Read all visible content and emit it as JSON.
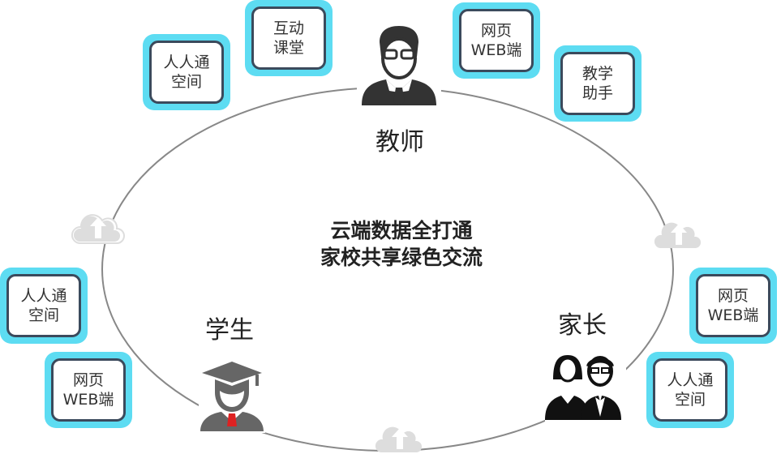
{
  "center_text": {
    "line1": "云端数据全打通",
    "line2": "家校共享绿色交流"
  },
  "roles": {
    "teacher": "教师",
    "student": "学生",
    "parent": "家长"
  },
  "boxes": [
    {
      "l1": "人人通",
      "l2": "空间"
    },
    {
      "l1": "互动",
      "l2": "课堂"
    },
    {
      "l1": "网页",
      "l2": "WEB端"
    },
    {
      "l1": "教学",
      "l2": "助手"
    },
    {
      "l1": "人人通",
      "l2": "空间"
    },
    {
      "l1": "网页",
      "l2": "WEB端"
    },
    {
      "l1": "网页",
      "l2": "WEB端"
    },
    {
      "l1": "人人通",
      "l2": "空间"
    }
  ],
  "colors": {
    "box_border": "#5ddcf2",
    "inner_border": "#3b4a5c",
    "ring": "#888888"
  }
}
